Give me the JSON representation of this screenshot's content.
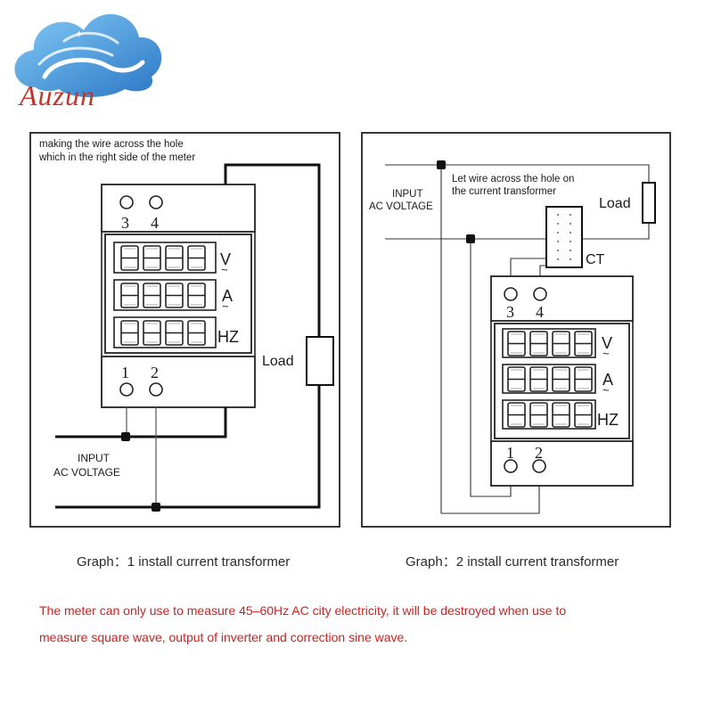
{
  "logo": {
    "brand": "Auzun",
    "mark": "cloud-logo"
  },
  "graph1": {
    "note_line1": "making the wire across the hole",
    "note_line2": "which in the right side of the meter",
    "terminals_top": [
      "3",
      "4"
    ],
    "terminals_bottom": [
      "1",
      "2"
    ],
    "units": [
      "V",
      "A",
      "HZ"
    ],
    "load_label": "Load",
    "input_line1": "INPUT",
    "input_line2": "AC VOLTAGE",
    "caption": "Graph：1 install current transformer"
  },
  "graph2": {
    "note_line1": "Let wire across the hole on",
    "note_line2": "the current transformer",
    "input_line1": "INPUT",
    "input_line2": "AC VOLTAGE",
    "load_label": "Load",
    "ct_label": "CT",
    "terminals_top": [
      "3",
      "4"
    ],
    "terminals_bottom": [
      "1",
      "2"
    ],
    "units": [
      "V",
      "A",
      "HZ"
    ],
    "caption": "Graph：2 install current transformer"
  },
  "warning": {
    "line1": "The meter can only use to measure 45–60Hz AC city electricity, it will be destroyed when use to",
    "line2": "measure square wave, output of inverter and correction sine wave."
  },
  "colors": {
    "line": "#111111",
    "warning": "#d0201e",
    "logo_blue": "#2f8fd6",
    "logo_red": "#c8322a"
  }
}
